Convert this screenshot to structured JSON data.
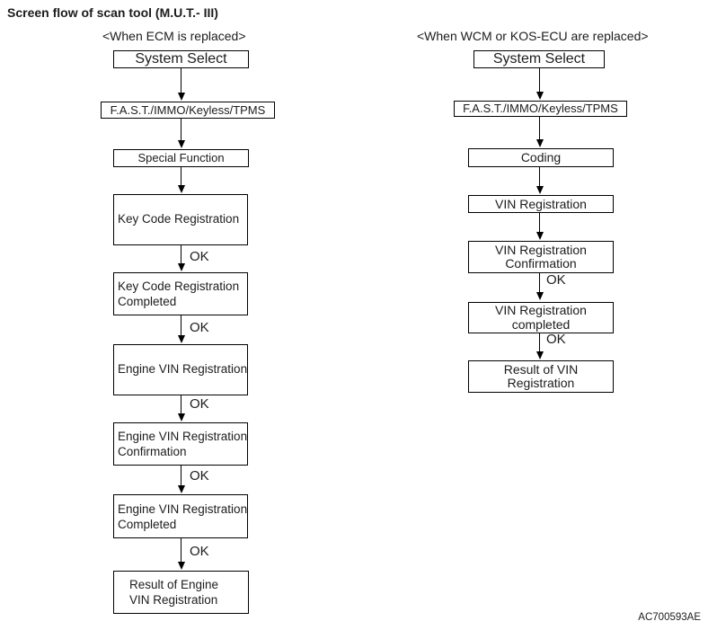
{
  "title": "Screen flow of scan tool (M.U.T.- III)",
  "ok_label": "OK",
  "figure_code": "AC700593AE",
  "colors": {
    "background": "#ffffff",
    "line": "#000000",
    "text": "#1c1c1c"
  },
  "left_flow": {
    "header": "<When ECM is replaced>",
    "steps": [
      {
        "lines": [
          "System Select"
        ]
      },
      {
        "lines": [
          "F.A.S.T./IMMO/Keyless/TPMS"
        ]
      },
      {
        "lines": [
          "Special Function"
        ]
      },
      {
        "lines": [
          "Key Code Registration"
        ]
      },
      {
        "lines": [
          "Key Code Registration",
          "Completed"
        ]
      },
      {
        "lines": [
          "Engine VIN Registration"
        ]
      },
      {
        "lines": [
          "Engine VIN Registration",
          "Confirmation"
        ]
      },
      {
        "lines": [
          "Engine VIN Registration",
          "Completed"
        ]
      },
      {
        "lines": [
          "Result of Engine",
          "VIN Registration"
        ]
      }
    ]
  },
  "right_flow": {
    "header": "<When WCM or KOS-ECU are replaced>",
    "steps": [
      {
        "lines": [
          "System Select"
        ]
      },
      {
        "lines": [
          "F.A.S.T./IMMO/Keyless/TPMS"
        ]
      },
      {
        "lines": [
          "Coding"
        ]
      },
      {
        "lines": [
          "VIN Registration"
        ]
      },
      {
        "lines": [
          "VIN Registration",
          "Confirmation"
        ]
      },
      {
        "lines": [
          "VIN Registration",
          "completed"
        ]
      },
      {
        "lines": [
          "Result of VIN",
          "Registration"
        ]
      }
    ]
  }
}
